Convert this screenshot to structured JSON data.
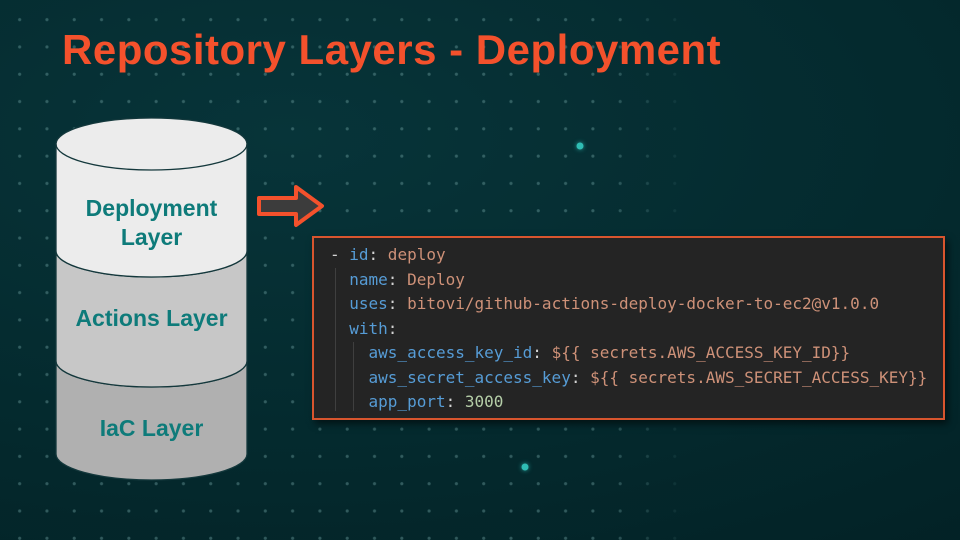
{
  "slide": {
    "title": "Repository Layers - Deployment"
  },
  "colors": {
    "background": "#04292d",
    "title": "#f4512c",
    "layer_label_text": "#0e7b7a",
    "arrow_outline": "#f4512c",
    "arrow_fill": "#3c3c3c",
    "code_border": "#d8552e",
    "code_background": "#242424",
    "code_key": "#569cd6",
    "code_value": "#ce9178",
    "code_number": "#b5cea8",
    "accent_dot": "#2fbdb4",
    "grid_dot": "#7dafaf"
  },
  "cylinder": {
    "layers": [
      {
        "label": "Deployment Layer",
        "fill": "#ececec"
      },
      {
        "label": "Actions Layer",
        "fill": "#c7c7c7"
      },
      {
        "label": "IaC Layer",
        "fill": "#b0b0b0"
      }
    ]
  },
  "code_block": {
    "language": "yaml",
    "lines": [
      [
        {
          "t": "- ",
          "c": "punct"
        },
        {
          "t": "id",
          "c": "key"
        },
        {
          "t": ":",
          "c": "punct"
        },
        {
          "t": " deploy",
          "c": "value"
        }
      ],
      [
        {
          "t": "  ",
          "c": "punct"
        },
        {
          "t": "name",
          "c": "key"
        },
        {
          "t": ":",
          "c": "punct"
        },
        {
          "t": " Deploy",
          "c": "value"
        }
      ],
      [
        {
          "t": "  ",
          "c": "punct"
        },
        {
          "t": "uses",
          "c": "key"
        },
        {
          "t": ":",
          "c": "punct"
        },
        {
          "t": " bitovi/github-actions-deploy-docker-to-ec2@v1.0.0",
          "c": "value"
        }
      ],
      [
        {
          "t": "  ",
          "c": "punct"
        },
        {
          "t": "with",
          "c": "key"
        },
        {
          "t": ":",
          "c": "punct"
        }
      ],
      [
        {
          "t": "    ",
          "c": "punct"
        },
        {
          "t": "aws_access_key_id",
          "c": "key"
        },
        {
          "t": ":",
          "c": "punct"
        },
        {
          "t": " ${{ secrets.AWS_ACCESS_KEY_ID}}",
          "c": "value"
        }
      ],
      [
        {
          "t": "    ",
          "c": "punct"
        },
        {
          "t": "aws_secret_access_key",
          "c": "key"
        },
        {
          "t": ":",
          "c": "punct"
        },
        {
          "t": " ${{ secrets.AWS_SECRET_ACCESS_KEY}}",
          "c": "value"
        }
      ],
      [
        {
          "t": "    ",
          "c": "punct"
        },
        {
          "t": "app_port",
          "c": "key"
        },
        {
          "t": ":",
          "c": "punct"
        },
        {
          "t": " ",
          "c": "punct"
        },
        {
          "t": "3000",
          "c": "number"
        }
      ]
    ]
  }
}
